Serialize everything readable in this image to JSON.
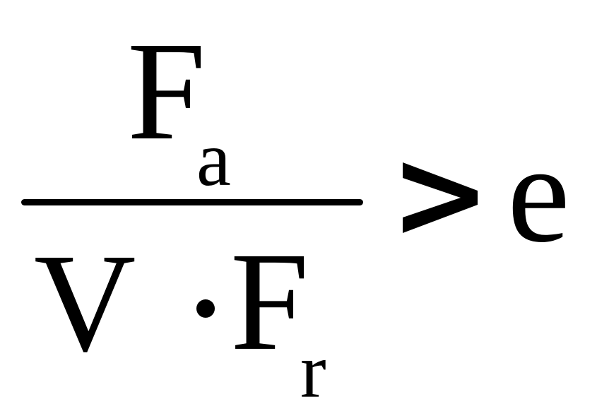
{
  "formula": {
    "numerator": {
      "symbol": "F",
      "subscript": "a"
    },
    "denominator": {
      "factor": "V",
      "operator": "·",
      "symbol": "F",
      "subscript": "r"
    },
    "relation": ">",
    "rhs": "e"
  },
  "colors": {
    "ink": "#000000",
    "background": "#ffffff"
  }
}
